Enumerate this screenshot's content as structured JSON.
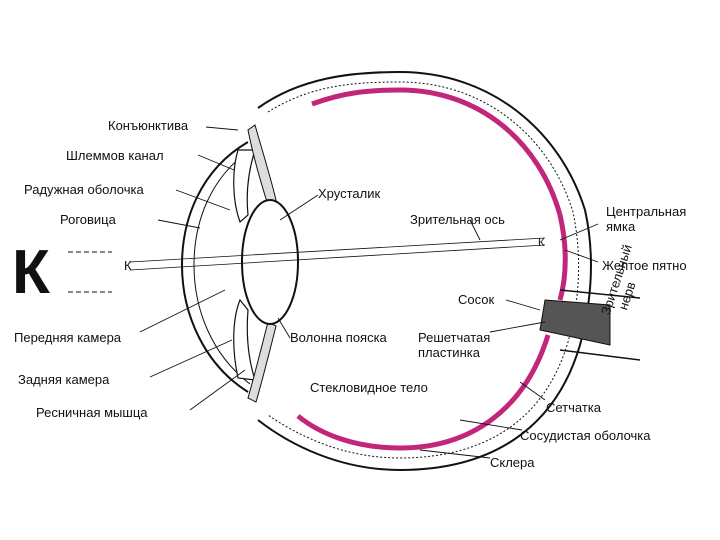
{
  "labels": {
    "conjunctiva": "Конъюнктива",
    "schlemm_canal": "Шлеммов канал",
    "iris": "Радужная  оболочка",
    "cornea": "Роговица",
    "anterior_chamber": "Передняя камера",
    "posterior_chamber": "Задняя камера",
    "ciliary_muscle": "Ресничная мышца",
    "lens": "Хрусталик",
    "zonule": "Волонна пояска",
    "vitreous": "Стекловидное тело",
    "visual_axis": "Зрительная ось",
    "fovea_line1": "Центральная",
    "fovea_line2": "ямка",
    "macula": "Желтое пятно",
    "papilla": "Сосок",
    "lamina_line1": "Решетчатая",
    "lamina_line2": "пластинка",
    "retina": "Сетчатка",
    "choroid": "Сосудистая оболочка",
    "sclera": "Склера",
    "optic_nerve_line1": "Зрительный",
    "optic_nerve_line2": "нерв"
  },
  "object_letter_big": "К",
  "object_letter_small": "К",
  "image_letter": "К",
  "colors": {
    "retina": "#c2267a",
    "nerve": "#555555",
    "line": "#111111"
  }
}
